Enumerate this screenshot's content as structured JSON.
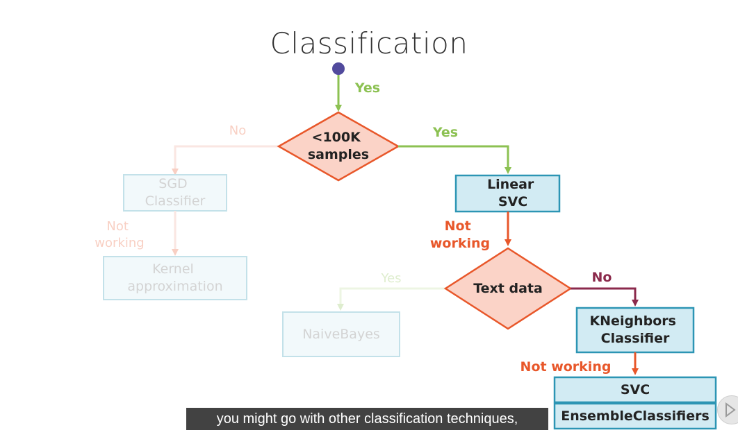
{
  "title": "Classification",
  "colors": {
    "green": "#8cc152",
    "orange": "#e8572a",
    "maroon": "#8b2a4c",
    "diamond_fill": "#fbd3c7",
    "box_fill": "#d2ebf3",
    "box_border": "#2c95b4",
    "start_dot": "#514a9d"
  },
  "nodes": {
    "decision_samples": "<100K\nsamples",
    "linear_svc": "Linear\nSVC",
    "sgd_classifier": "SGD\nClassifier",
    "kernel_approximation": "Kernel\napproximation",
    "text_data": "Text data",
    "naive_bayes": "NaiveBayes",
    "kneighbors": "KNeighbors\nClassifier",
    "svc": "SVC",
    "ensemble": "EnsembleClassifiers"
  },
  "edge_labels": {
    "start_yes": "Yes",
    "samples_yes": "Yes",
    "samples_no": "No",
    "linear_not_working": "Not\nworking",
    "sgd_not_working": "Not\nworking",
    "text_yes": "Yes",
    "text_no": "No",
    "kneighbors_not_working": "Not working"
  },
  "subtitle": "you might go with other classification techniques,",
  "player": {
    "icon": "play-icon"
  }
}
